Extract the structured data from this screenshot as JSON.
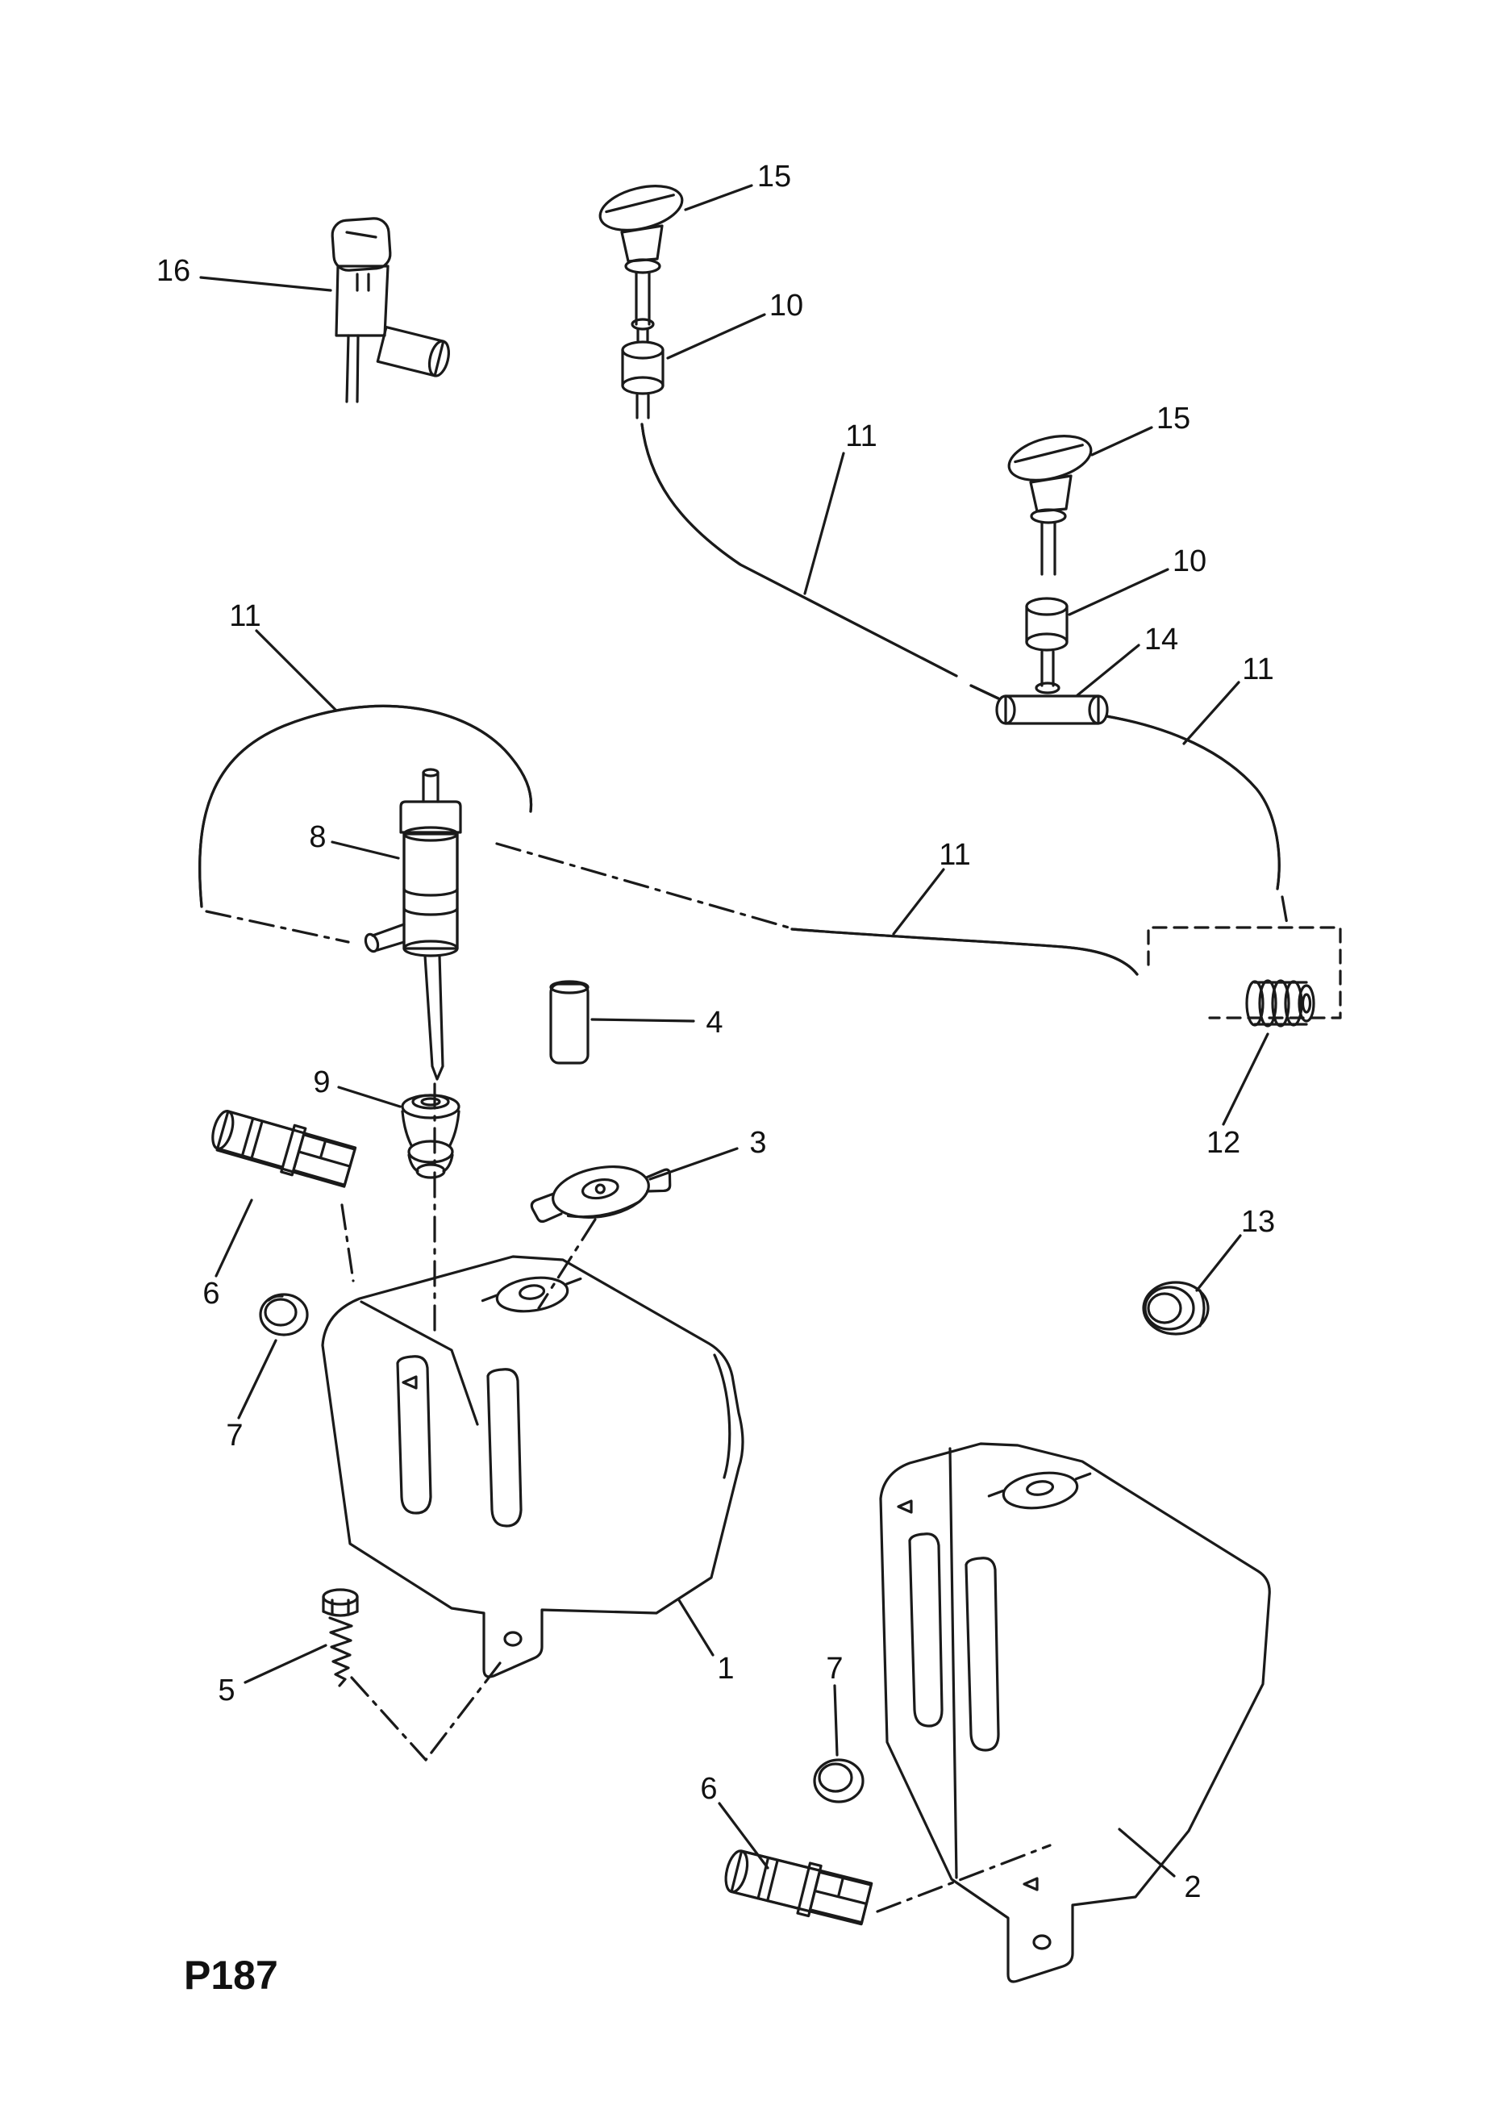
{
  "page": {
    "code": "P187",
    "background": "#ffffff",
    "line_color": "#1a1a1a"
  },
  "diagram": {
    "type": "exploded-parts-diagram",
    "callouts": [
      {
        "label": "16"
      },
      {
        "label": "15"
      },
      {
        "label": "10"
      },
      {
        "label": "11"
      },
      {
        "label": "15"
      },
      {
        "label": "10"
      },
      {
        "label": "14"
      },
      {
        "label": "11"
      },
      {
        "label": "11"
      },
      {
        "label": "8"
      },
      {
        "label": "11"
      },
      {
        "label": "4"
      },
      {
        "label": "12"
      },
      {
        "label": "9"
      },
      {
        "label": "3"
      },
      {
        "label": "6"
      },
      {
        "label": "13"
      },
      {
        "label": "7"
      },
      {
        "label": "5"
      },
      {
        "label": "1"
      },
      {
        "label": "7"
      },
      {
        "label": "6"
      },
      {
        "label": "2"
      }
    ]
  }
}
